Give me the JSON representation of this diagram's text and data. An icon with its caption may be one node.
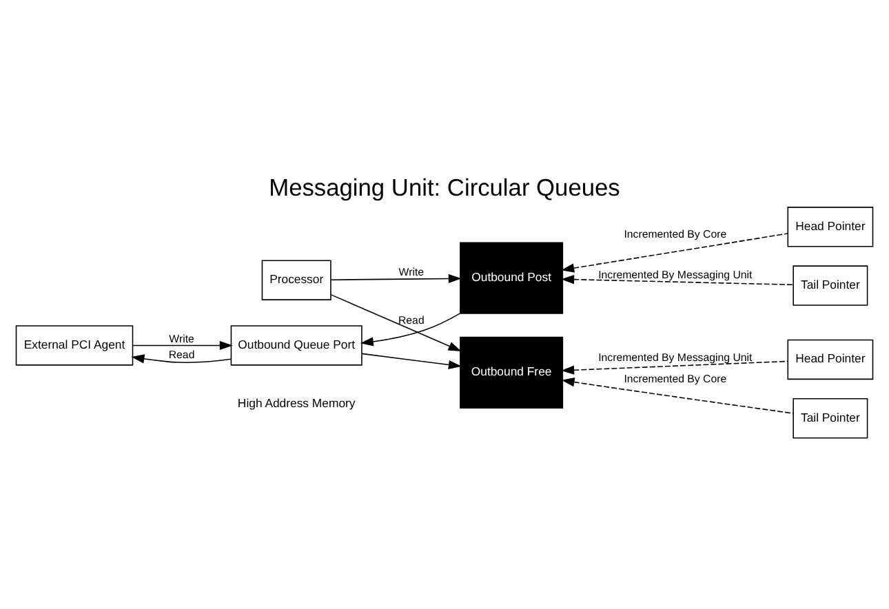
{
  "diagram": {
    "title": "Messaging Unit: Circular Queues",
    "nodes": [
      {
        "text": [
          "External PCI Agent"
        ]
      },
      {
        "text": [
          "Outbound Queue Port"
        ]
      },
      {
        "text": [
          "Processor"
        ]
      },
      {
        "text": [
          "Outbound Free"
        ]
      },
      {
        "text": [
          "Outbound Post"
        ]
      },
      {
        "text": [
          "Head Pointer"
        ]
      },
      {
        "text": [
          "Tail Pointer"
        ]
      },
      {
        "text": [
          "Head Pointer"
        ]
      },
      {
        "text": [
          "Tail Pointer"
        ]
      }
    ],
    "edges": [
      {
        "from": 0,
        "to": 1,
        "arrow": "to",
        "label": "Write"
      },
      {
        "from": 1,
        "to": 0,
        "arrow": "to",
        "label": "Read"
      },
      {
        "from": 1,
        "to": 3,
        "arrow": "to"
      },
      {
        "from": 2,
        "to": 3,
        "arrow": "to",
        "label": "Read"
      },
      {
        "from": 2,
        "to": 4,
        "arrow": "to",
        "label": "Write"
      },
      {
        "from": 4,
        "to": 1,
        "arrow": "to"
      },
      {
        "from": 5,
        "to": 3,
        "arrow": "to",
        "style": "dashed",
        "label": "Incremented By Messaging Unit"
      },
      {
        "from": 6,
        "to": 3,
        "arrow": "to",
        "style": "dashed",
        "label": "Incremented By Core"
      },
      {
        "from": 7,
        "to": 4,
        "arrow": "to",
        "style": "dashed",
        "label": "Incremented By Core"
      },
      {
        "from": 8,
        "to": 4,
        "arrow": "to",
        "style": "dashed",
        "label": "Incremented By Messaging Unit"
      }
    ],
    "labels": [
      "High Address Memory"
    ]
  }
}
